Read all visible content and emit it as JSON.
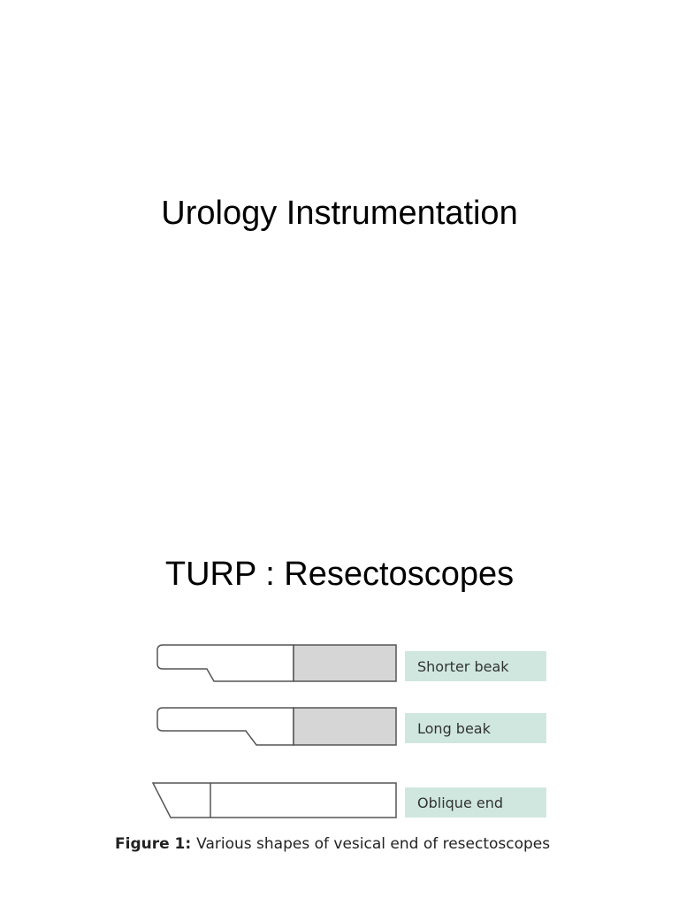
{
  "slides": [
    {
      "title": "Urology Instrumentation"
    },
    {
      "title": "TURP : Resectoscopes"
    }
  ],
  "figure": {
    "labels": [
      "Shorter beak",
      "Long beak",
      "Oblique end"
    ],
    "caption_number": "Figure 1:",
    "caption_text": "Various shapes of vesical end of resectoscopes",
    "colors": {
      "label_fill": "#cfe7df",
      "sheath_fill": "#d6d6d6",
      "outline": "#555555"
    }
  }
}
